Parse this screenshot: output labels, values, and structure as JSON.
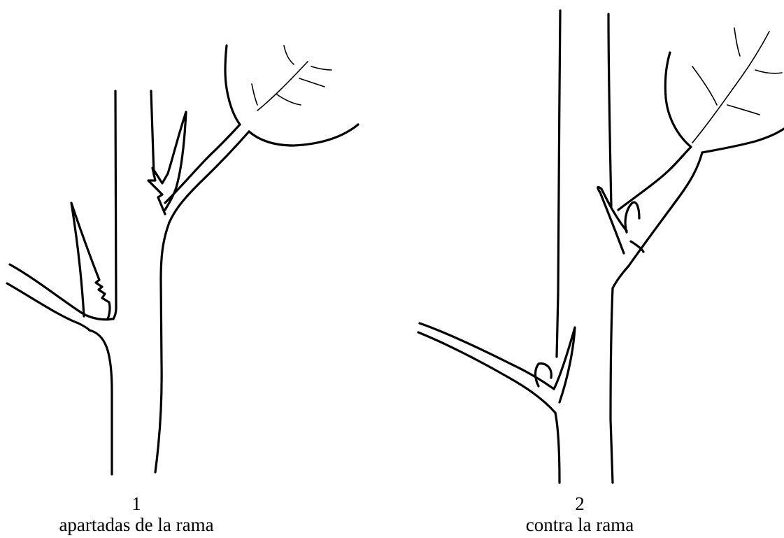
{
  "figures": [
    {
      "number": "1",
      "caption": "apartadas de la rama"
    },
    {
      "number": "2",
      "caption": "contra la rama"
    }
  ]
}
